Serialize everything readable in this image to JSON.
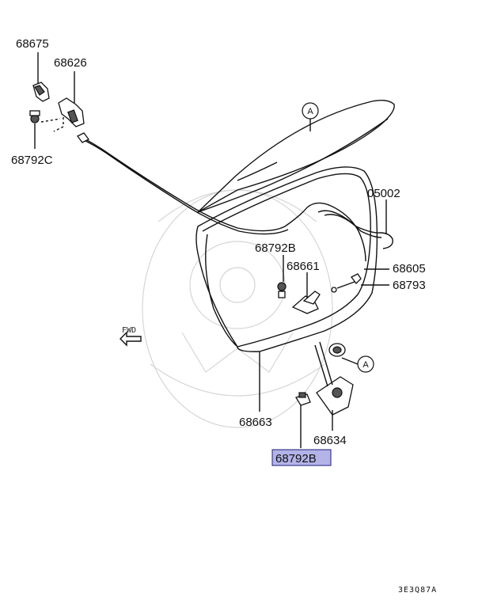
{
  "parts": {
    "p68675": "68675",
    "p68626": "68626",
    "p68792C": "68792C",
    "p05002": "05002",
    "p68792B_top": "68792B",
    "p68661": "68661",
    "p68605": "68605",
    "p68793": "68793",
    "p68663": "68663",
    "p68634": "68634",
    "p68792B_highlight": "68792B"
  },
  "ref_marker_top": "A",
  "ref_marker_right": "A",
  "fwd_label": "FWD",
  "drawing_code": "3E3Q87A",
  "highlight_color": "#b3b3e8"
}
